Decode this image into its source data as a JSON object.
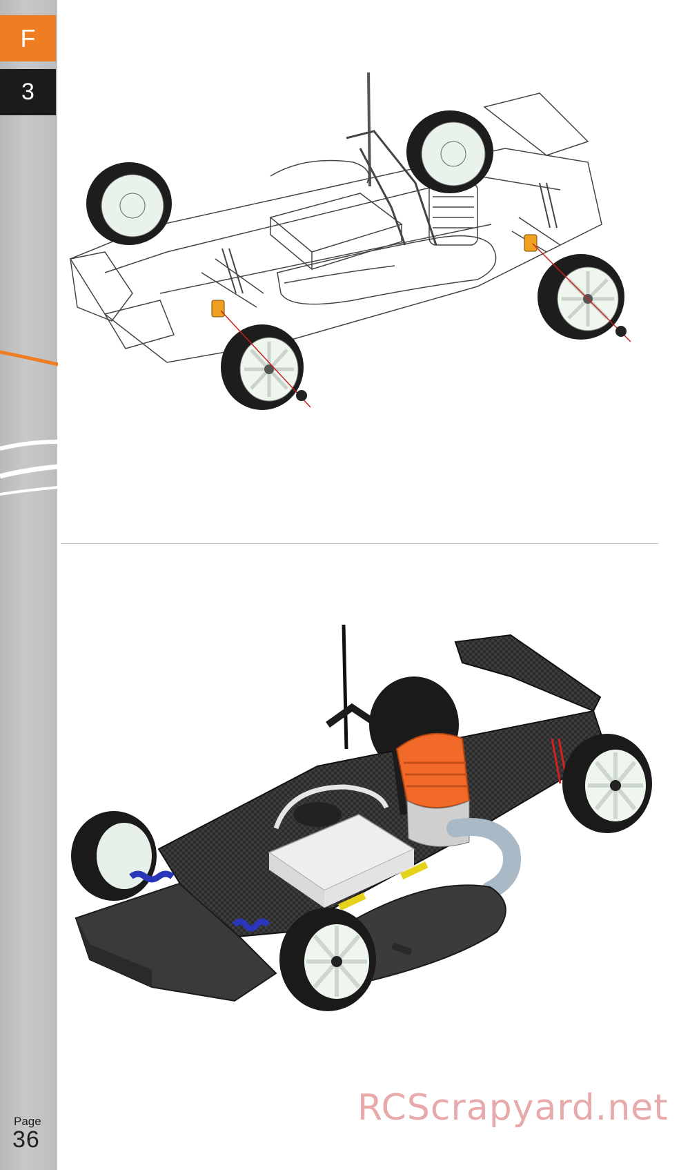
{
  "sidebar": {
    "section_letter": "F",
    "step_number": "3",
    "page_label": "Page",
    "page_number": "36"
  },
  "watermark": {
    "text": "RCScrapyard.net"
  },
  "colors": {
    "accent_orange": "#ef7d22",
    "step_black": "#1b1b1b",
    "sidebar_gray": "#c2c2c2"
  },
  "figures": [
    {
      "name": "line-drawing",
      "icon": "chassis-wheel-mounting-icon"
    },
    {
      "name": "rendered-chassis",
      "icon": "nitro-chassis-render-icon"
    }
  ]
}
